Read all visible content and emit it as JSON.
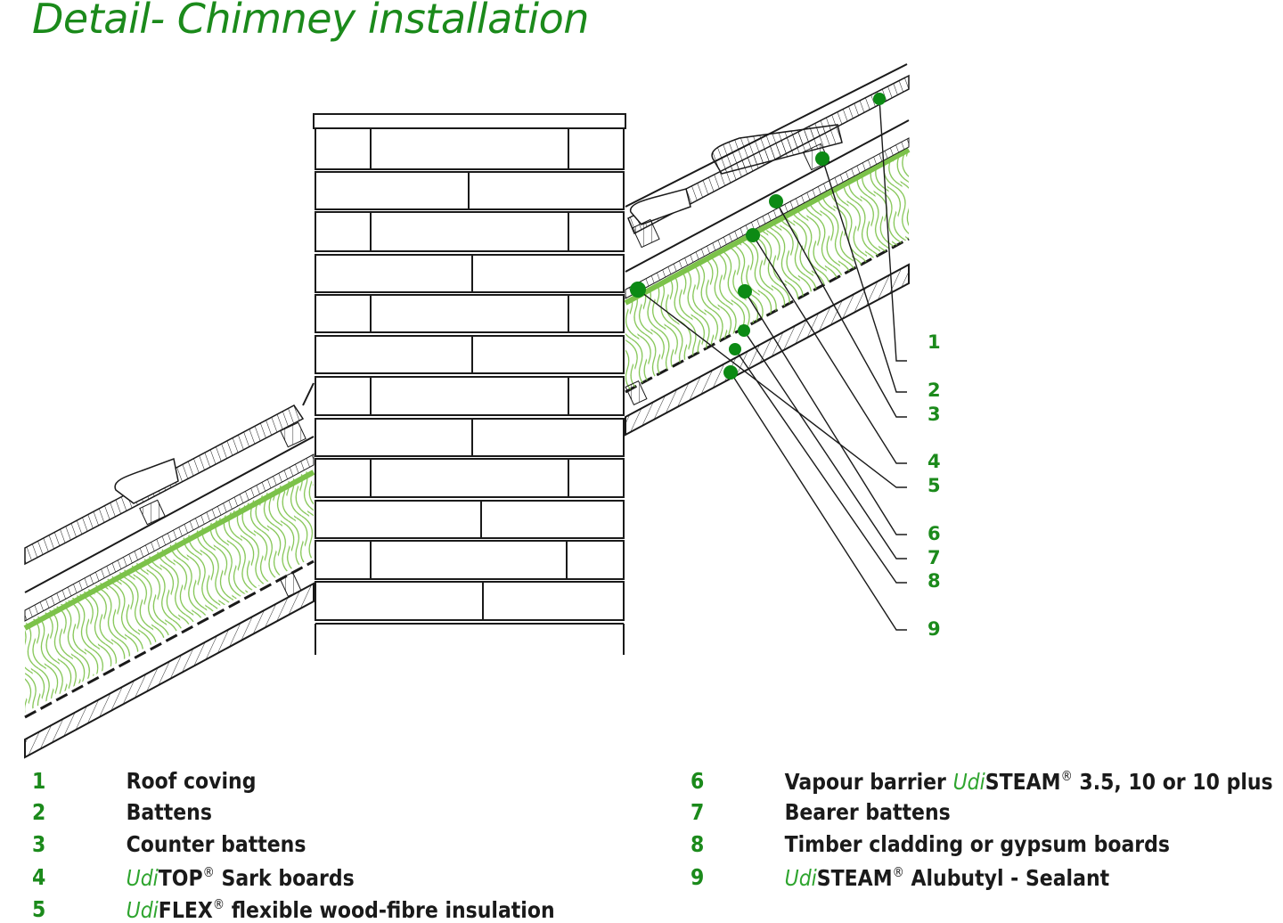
{
  "title": "Detail- Chimney installation",
  "callouts": [
    "1",
    "2",
    "3",
    "4",
    "5",
    "6",
    "7",
    "8",
    "9"
  ],
  "legend": [
    {
      "num": "1",
      "brand": "",
      "product": "",
      "reg": "",
      "text": "Roof coving"
    },
    {
      "num": "2",
      "brand": "",
      "product": "",
      "reg": "",
      "text": "Battens"
    },
    {
      "num": "3",
      "brand": "",
      "product": "",
      "reg": "",
      "text": "Counter battens"
    },
    {
      "num": "4",
      "brand": "Udi",
      "product": "TOP",
      "reg": "®",
      "text": " Sark boards"
    },
    {
      "num": "5",
      "brand": "Udi",
      "product": "FLEX",
      "reg": "®",
      "text": " flexible wood-fibre insulation"
    },
    {
      "num": "6",
      "prefix": "Vapour barrier ",
      "brand": "Udi",
      "product": "STEAM",
      "reg": "®",
      "text": " 3.5, 10 or 10 plus"
    },
    {
      "num": "7",
      "brand": "",
      "product": "",
      "reg": "",
      "text": "Bearer battens"
    },
    {
      "num": "8",
      "brand": "",
      "product": "",
      "reg": "",
      "text": "Timber cladding or gypsum boards"
    },
    {
      "num": "9",
      "brand": "Udi",
      "product": "STEAM",
      "reg": "®",
      "text": " Alubutyl - Sealant"
    }
  ],
  "colors": {
    "accent": "#1b8a1b",
    "insulation": "#7cc24a",
    "marker": "#0c8a14",
    "line": "#1a1a1a"
  }
}
